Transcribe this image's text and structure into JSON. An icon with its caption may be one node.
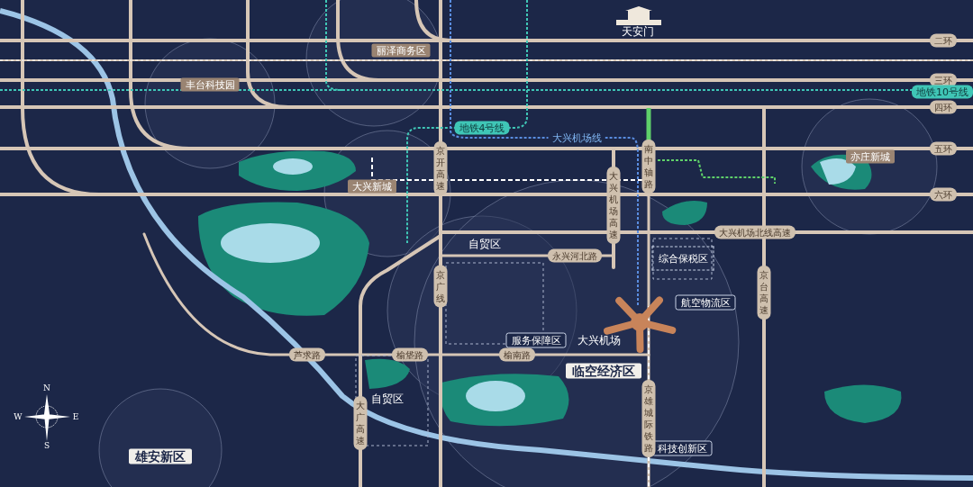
{
  "diagram": {
    "nodes": [
      {
        "text": [
          "丰台科技园"
        ]
      },
      {
        "text": [
          "丽泽商务区"
        ]
      },
      {
        "text": [
          "大兴新城"
        ]
      },
      {
        "text": [
          "亦庄新城"
        ]
      },
      {
        "text": [
          "雄安新区"
        ]
      },
      {
        "text": [
          "综合保税区"
        ]
      },
      {
        "text": [
          "航空物流区"
        ]
      },
      {
        "text": [
          "服务保障区"
        ]
      },
      {
        "text": [
          "临空经济区"
        ]
      },
      {
        "text": [
          "科技创新区"
        ]
      }
    ],
    "labels": [
      "天安门",
      "二环",
      "三环",
      "地铁10号线",
      "四环",
      "地铁4号线",
      "大兴机场线",
      "五环",
      "京开高速",
      "南中轴路",
      "六环",
      "大兴机场高速",
      "大兴机场北线高速",
      "自贸区",
      "永兴河北路",
      "京广线",
      "京台高速",
      "大兴机场",
      "芦求路",
      "榆垡路",
      "榆南路",
      "自贸区",
      "大广高速",
      "京雄城际铁路",
      "N",
      "W",
      "E",
      "S"
    ]
  }
}
